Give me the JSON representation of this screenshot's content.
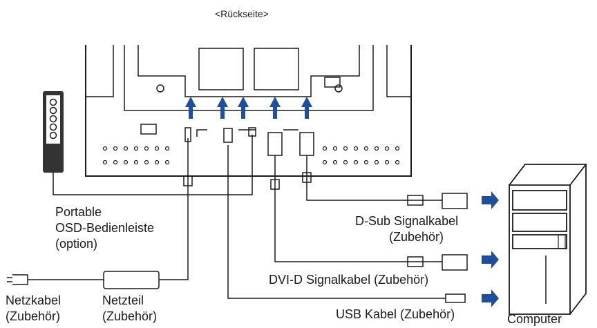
{
  "header": {
    "title": "<Rückseite>"
  },
  "labels": {
    "osd_panel": [
      "Portable",
      "OSD-Bedienleiste",
      "(option)"
    ],
    "dsub_cable": [
      "D-Sub Signalkabel",
      "(Zubehör)"
    ],
    "dvid_cable": "DVI-D Signalkabel (Zubehör)",
    "usb_cable": "USB Kabel (Zubehör)",
    "power_cord": [
      "Netzkabel",
      "(Zubehör)"
    ],
    "power_adapter": [
      "Netzteil",
      "(Zubehör)"
    ],
    "computer": "Computer"
  },
  "colors": {
    "arrow": "#1f4e9a",
    "line": "#1a1a1a",
    "background": "#ffffff"
  }
}
